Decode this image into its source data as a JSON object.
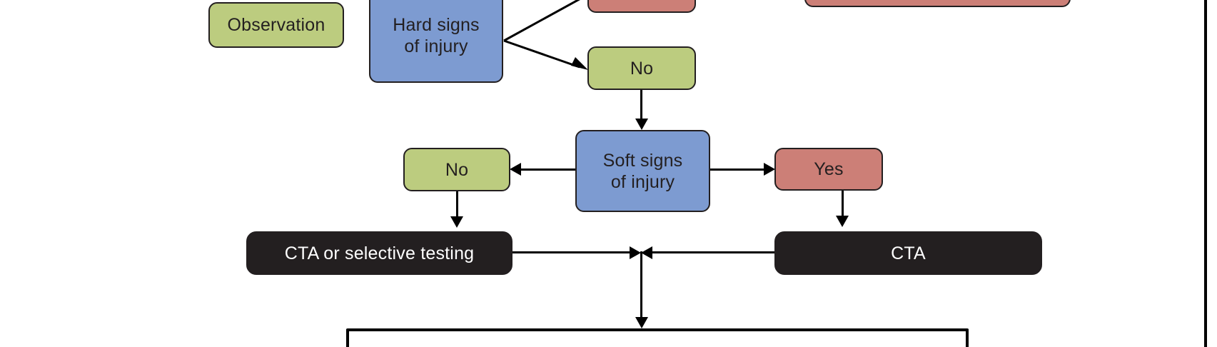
{
  "figure": {
    "type": "clinical-decision-flowchart",
    "background_color": "#ffffff",
    "palette": {
      "green": "#bccc7f",
      "blue": "#7d9bd1",
      "red": "#cc7f77",
      "dark": "#231f20",
      "outline": "#231f20",
      "connector": "#000000",
      "dark_box_text": "#ffffff"
    }
  },
  "nodes": {
    "observation": {
      "label": "Observation",
      "color": "green"
    },
    "hard_signs": {
      "label": "Hard signs\nof injury",
      "color": "blue"
    },
    "hard_signs_yes": {
      "label": "",
      "color": "red"
    },
    "hard_signs_no": {
      "label": "No",
      "color": "green"
    },
    "soft_signs": {
      "label": "Soft signs\nof injury",
      "color": "blue"
    },
    "soft_signs_no": {
      "label": "No",
      "color": "green"
    },
    "soft_signs_yes": {
      "label": "Yes",
      "color": "red"
    },
    "cta_or_selective_testing": {
      "label": "CTA or selective testing",
      "color": "dark"
    },
    "cta": {
      "label": "CTA",
      "color": "dark"
    },
    "top_right_clipped": {
      "label": "",
      "color": "red"
    },
    "bottom_container": {
      "label": ""
    }
  },
  "edges": [
    {
      "from": "hard_signs",
      "to": "hard_signs_yes",
      "style": "diagonal-up-right"
    },
    {
      "from": "hard_signs",
      "to": "hard_signs_no",
      "style": "diagonal-down-right",
      "arrow": "right"
    },
    {
      "from": "hard_signs_no",
      "to": "soft_signs",
      "style": "vertical",
      "arrow": "down"
    },
    {
      "from": "soft_signs",
      "to": "soft_signs_no",
      "style": "horizontal-left",
      "arrow": "left"
    },
    {
      "from": "soft_signs",
      "to": "soft_signs_yes",
      "style": "horizontal-right",
      "arrow": "right"
    },
    {
      "from": "soft_signs_no",
      "to": "cta_or_selective_testing",
      "style": "vertical",
      "arrow": "down"
    },
    {
      "from": "soft_signs_yes",
      "to": "cta",
      "style": "vertical",
      "arrow": "down"
    },
    {
      "from": "cta_or_selective_testing",
      "to": "junction",
      "style": "horizontal-right",
      "arrow": "right"
    },
    {
      "from": "cta",
      "to": "junction",
      "style": "horizontal-left",
      "arrow": "left"
    },
    {
      "from": "junction",
      "to": "bottom_container",
      "style": "vertical",
      "arrow": "down"
    }
  ]
}
